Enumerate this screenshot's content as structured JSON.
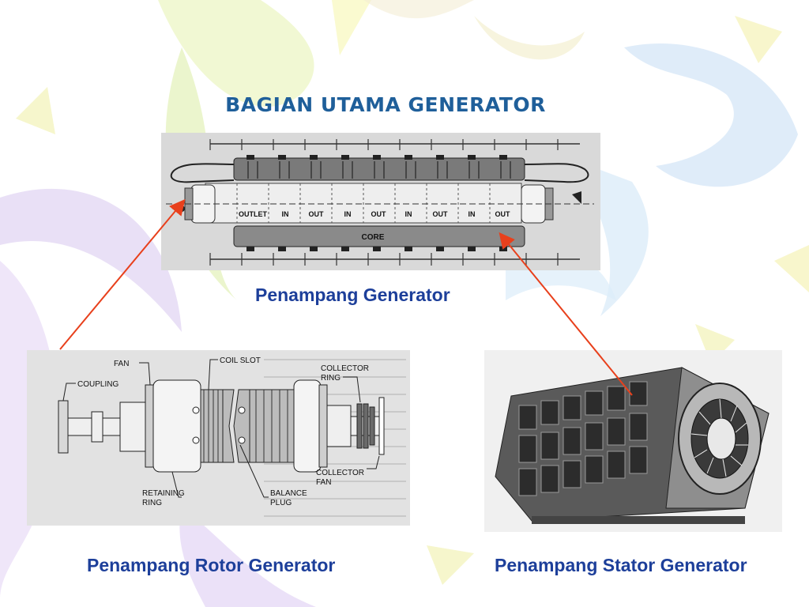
{
  "slide": {
    "title": "BAGIAN UTAMA GENERATOR",
    "captions": {
      "generator": "Penampang Generator",
      "rotor": "Penampang Rotor Generator",
      "stator": "Penampang Stator Generator"
    }
  },
  "generator_diagram": {
    "zone_labels": [
      "OUTLET",
      "IN",
      "OUT",
      "IN",
      "OUT",
      "IN",
      "OUT",
      "IN",
      "OUT"
    ],
    "core_label": "CORE"
  },
  "rotor_diagram": {
    "labels": {
      "fan": "FAN",
      "coil_slot": "COIL SLOT",
      "coupling": "COUPLING",
      "collector_ring_1": "COLLECTOR",
      "collector_ring_2": "RING",
      "collector_fan_1": "COLLECTOR",
      "collector_fan_2": "FAN",
      "retaining_ring_1": "RETAINING",
      "retaining_ring_2": "RING",
      "balance_plug_1": "BALANCE",
      "balance_plug_2": "PLUG"
    }
  },
  "colors": {
    "title": "#1f5f9a",
    "caption": "#1d3f9a",
    "arrow": "#e8401c"
  }
}
